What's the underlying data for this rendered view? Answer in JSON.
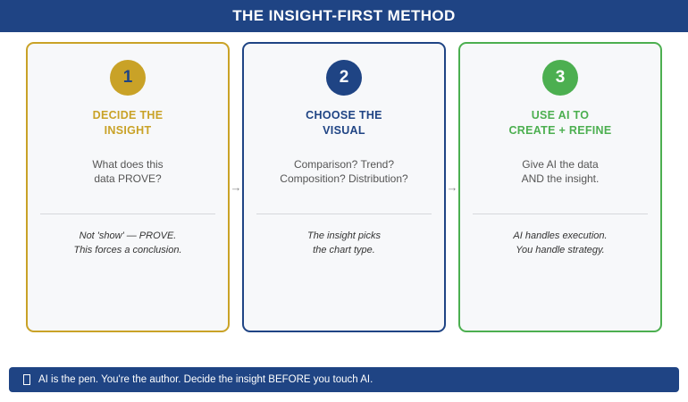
{
  "header": {
    "title": "THE INSIGHT-FIRST METHOD",
    "background_color": "#1F4484",
    "text_color": "#FFFFFF"
  },
  "steps": [
    {
      "number": "1",
      "title": "DECIDE THE\nINSIGHT",
      "body": "What does this\ndata PROVE?",
      "note": "Not 'show' — PROVE.\nThis forces a conclusion.",
      "accent_color": "#C9A227",
      "badge_text_color": "#1F4484"
    },
    {
      "number": "2",
      "title": "CHOOSE THE\nVISUAL",
      "body": "Comparison? Trend?\nComposition? Distribution?",
      "note": "The insight picks\nthe chart type.",
      "accent_color": "#1F4484",
      "badge_text_color": "#FFFFFF"
    },
    {
      "number": "3",
      "title": "USE AI TO\nCREATE + REFINE",
      "body": "Give AI the data\nAND the insight.",
      "note": "AI handles execution.\nYou handle strategy.",
      "accent_color": "#4CAF50",
      "badge_text_color": "#FFFFFF"
    }
  ],
  "connectors": [
    {
      "glyph": "→"
    },
    {
      "glyph": "→"
    }
  ],
  "footer": {
    "icon": "missing-glyph-box",
    "text": "AI is the pen. You're the author. Decide the insight BEFORE you touch AI.",
    "background_color": "#1F4484",
    "text_color": "#FFFFFF"
  }
}
